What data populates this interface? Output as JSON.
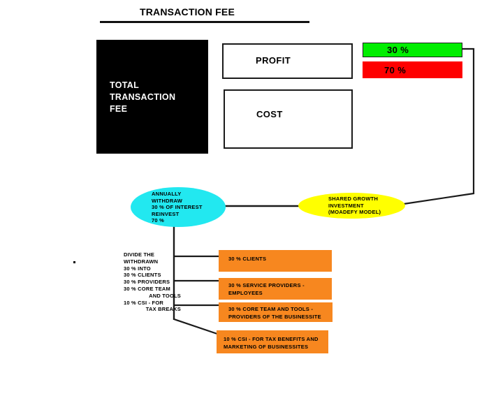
{
  "page": {
    "title": "TRANSACTION FEE"
  },
  "blocks": {
    "total_fee": "TOTAL\nTRANSACTION\nFEE",
    "profit": "PROFIT",
    "cost": "COST"
  },
  "split_bars": [
    {
      "name": "profit-share",
      "label": "30 %",
      "value": 30,
      "color": "#00ee00"
    },
    {
      "name": "cost-share",
      "label": "70 %",
      "value": 70,
      "color": "#fe0000"
    }
  ],
  "nodes": {
    "annual": {
      "text": "ANNUALLY\nWITHDRAW\n30 % OF INTEREST\nREINVEST\n70 %",
      "color": "#22e8f0"
    },
    "shared": {
      "text": "SHARED GROWTH\nINVESTMENT\n(MOADEFY MODEL)",
      "color": "#ffff00"
    }
  },
  "legend": {
    "lines": [
      "DIVIDE THE",
      "WITHDRAWN",
      "30 % INTO",
      "30 % CLIENTS",
      "30 % PROVIDERS",
      "30 % CORE TEAM"
    ],
    "indented": [
      "AND TOOLS"
    ],
    "line7": "10 % CSI - FOR",
    "indented2": "TAX BREAKS"
  },
  "allocations": [
    {
      "name": "clients",
      "text": "30 % CLIENTS",
      "color": "#f7871f"
    },
    {
      "name": "service-providers",
      "text": "30 % SERVICE PROVIDERS -\nEMPLOYEES",
      "color": "#f7871f"
    },
    {
      "name": "core-team",
      "text": "30 % CORE TEAM AND TOOLS -\nPROVIDERS OF THE BUSINESSITE",
      "color": "#f7871f"
    },
    {
      "name": "csi",
      "text": "10 % CSI - FOR TAX BENEFITS AND\nMARKETING OF BUSINESSITES",
      "color": "#f7871f"
    }
  ]
}
